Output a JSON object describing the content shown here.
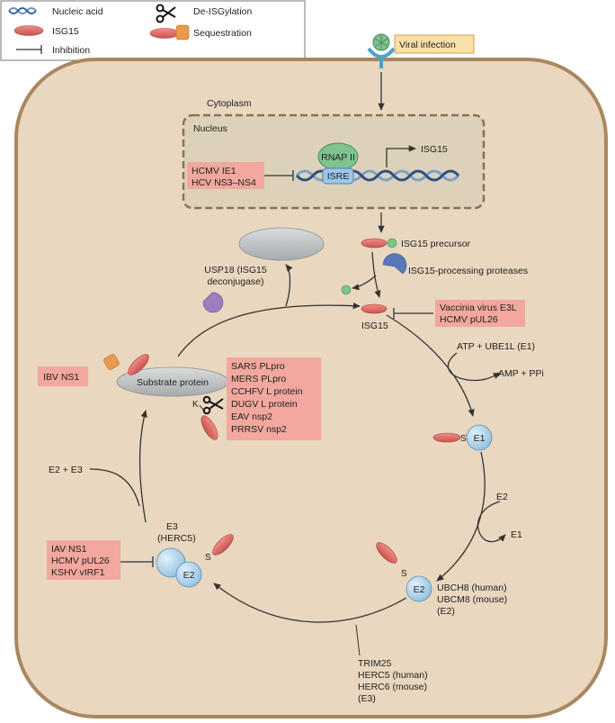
{
  "legend": {
    "nucleic_acid": "Nucleic acid",
    "isg15": "ISG15",
    "inhibition": "Inhibition",
    "de_isgylation": "De-ISGylation",
    "sequestration": "Sequestration"
  },
  "viral_infection": "Viral infection",
  "cytoplasm": "Cytoplasm",
  "nucleus": "Nucleus",
  "rnap": "RNAP II",
  "isre": "ISRE",
  "isg15_gene": "ISG15",
  "nuclear_inhibitors": [
    "HCMV IE1",
    "HCV NS3–NS4"
  ],
  "isg15_precursor": "ISG15 precursor",
  "processing_proteases": "ISG15-processing proteases",
  "isg15_mature": "ISG15",
  "maturation_inhibitors": [
    "Vaccinia virus E3L",
    "HCMV pUL26"
  ],
  "usp18": [
    "USP18 (ISG15",
    "deconjugase)"
  ],
  "atp": "ATP + UBE1L (E1)",
  "amp": "AMP + PPi",
  "e1": "E1",
  "s_label": "S",
  "e2_in": "E2",
  "e1_out": "E1",
  "e2": "E2",
  "e2_names": [
    "UBCH8 (human)",
    "UBCM8 (mouse)",
    "(E2)"
  ],
  "e3_names": [
    "TRIM25",
    "HERC5 (human)",
    "HERC6 (mouse)",
    "(E3)"
  ],
  "e3_label": [
    "E3",
    "(HERC5)"
  ],
  "e2_small": "E2",
  "e3_inhibitors": [
    "IAV NS1",
    "HCMV pUL26",
    "KSHV vIRF1"
  ],
  "e2_e3_release": "E2 + E3",
  "substrate": "Substrate protein",
  "lysine": "K",
  "ibv": "IBV NS1",
  "deisg_proteases": [
    "SARS PLpro",
    "MERS PLpro",
    "CCHFV L protein",
    "DUGV L protein",
    "EAV nsp2",
    "PRRSV nsp2"
  ],
  "colors": {
    "cell": "#e9d7bf",
    "cell_border": "#a9885f",
    "nucleus": "#ddd2b9",
    "pink_box": "#f2a89e",
    "isg15": "#e2726e",
    "enzyme": "#b7d7ee",
    "rnap": "#7fc38f",
    "protease": "#5878b8",
    "usp18": "#9b7fbf",
    "sequester": "#e89a4e",
    "viral_label_bg": "#fbe1a7"
  }
}
